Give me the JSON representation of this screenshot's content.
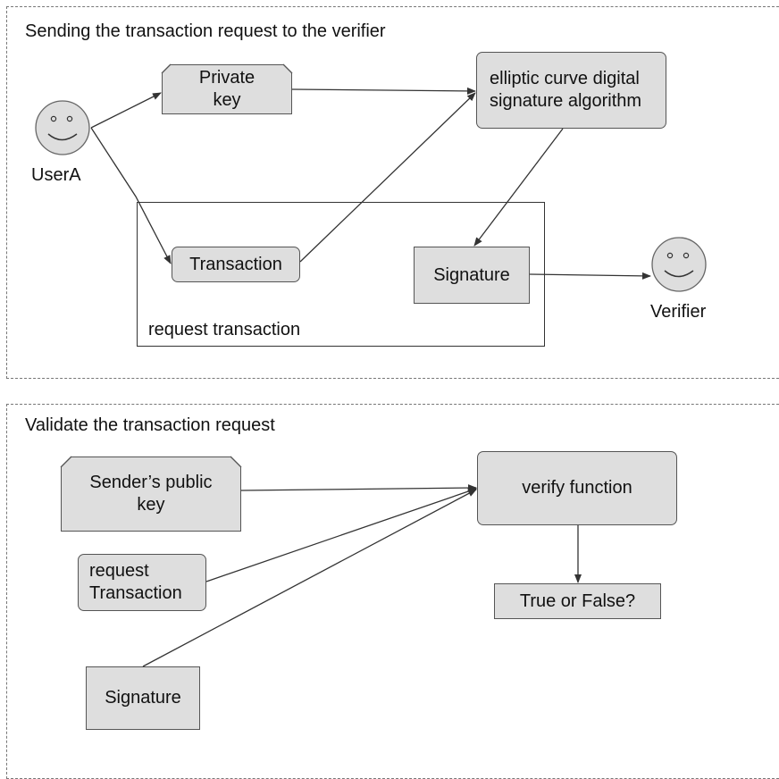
{
  "top": {
    "title": "Sending the transaction request to the verifier",
    "user_a_label": "UserA",
    "private_key_line1": "Private",
    "private_key_line2": "key",
    "ecdsa_line1": "elliptic curve digital",
    "ecdsa_line2": "signature algorithm",
    "transaction_label": "Transaction",
    "signature_label": "Signature",
    "request_transaction_label": "request transaction",
    "verifier_label": "Verifier"
  },
  "bottom": {
    "title": "Validate the transaction request",
    "public_key_line1": "Sender’s public",
    "public_key_line2": "key",
    "request_line1": "request",
    "request_line2": "Transaction",
    "verify_label": "verify function",
    "result_label": "True or False?",
    "signature_label": "Signature"
  },
  "colors": {
    "box_fill": "#dedede",
    "stroke": "#333333",
    "dashed_border": "#777777"
  }
}
